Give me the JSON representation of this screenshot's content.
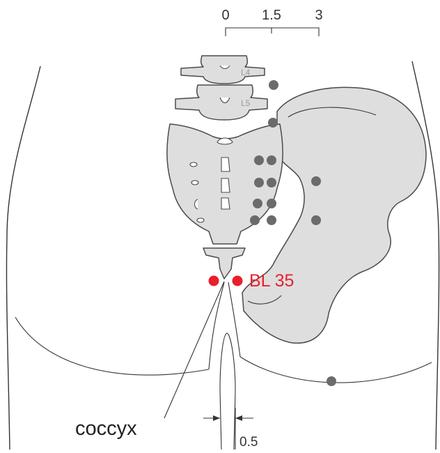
{
  "scale": {
    "ticks": [
      "0",
      "1.5",
      "3"
    ]
  },
  "vertebra_labels": {
    "l4": "L4",
    "l5": "L5"
  },
  "highlight_point": {
    "label": "BL 35",
    "color": "#e8202c"
  },
  "reference_point_color": "#6b6b6b",
  "coccyx_label": "coccyx",
  "distance_label": "0.5"
}
